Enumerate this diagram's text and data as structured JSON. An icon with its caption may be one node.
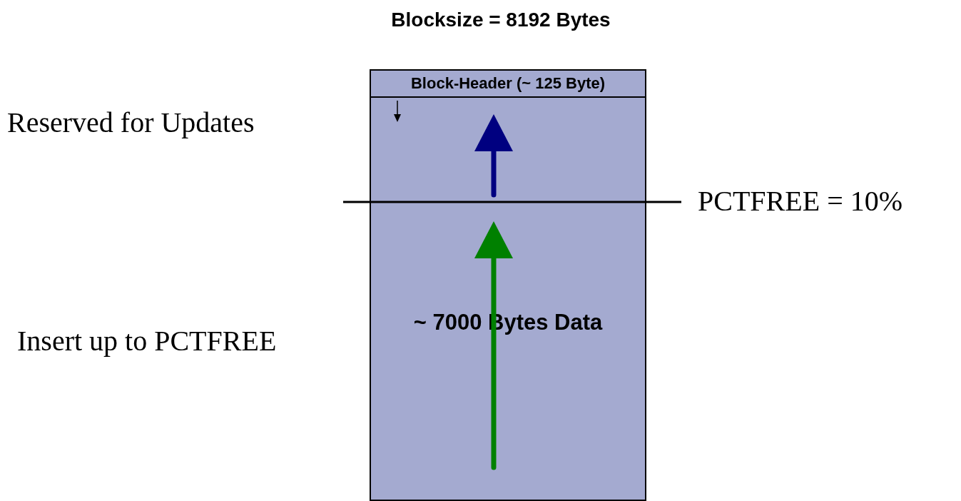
{
  "diagram": {
    "title": "Blocksize = 8192 Bytes",
    "nodes": [
      {
        "text": [
          "~ 7000 Bytes Data"
        ]
      },
      {
        "text": [
          "Block-Header (~ 125 Byte)"
        ],
        "in": 0
      }
    ],
    "labels": [
      "Reserved for Updates",
      "PCTFREE = 10%",
      "Insert up to PCTFREE"
    ]
  }
}
